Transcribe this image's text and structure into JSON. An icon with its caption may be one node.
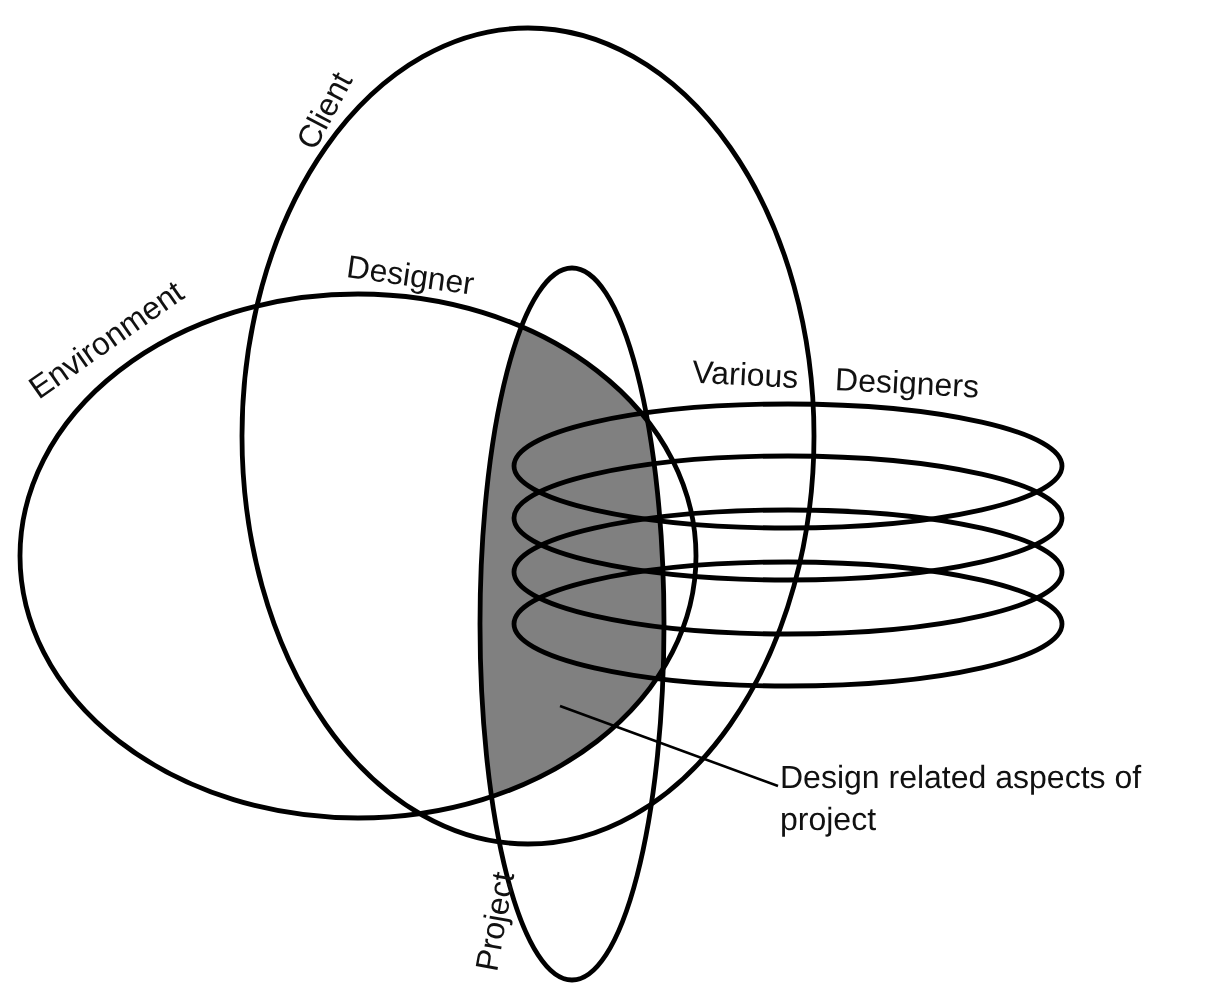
{
  "diagram": {
    "nodes": [
      {
        "text": [
          "Client"
        ]
      },
      {
        "text": [
          "Environment"
        ]
      },
      {
        "text": [
          "Project"
        ]
      },
      {
        "text": [
          "Various Designers"
        ]
      },
      {
        "text": [],
        "shape": "ellipse"
      },
      {
        "text": [],
        "shape": "ellipse"
      },
      {
        "text": [],
        "shape": "ellipse"
      },
      {
        "text": [],
        "shape": "lens"
      },
      {
        "text": [
          "Design related aspects of project"
        ]
      }
    ],
    "edges": [
      {
        "from": 8,
        "to": 7,
        "arrow": "none"
      }
    ],
    "labels": [
      "Designer"
    ]
  }
}
